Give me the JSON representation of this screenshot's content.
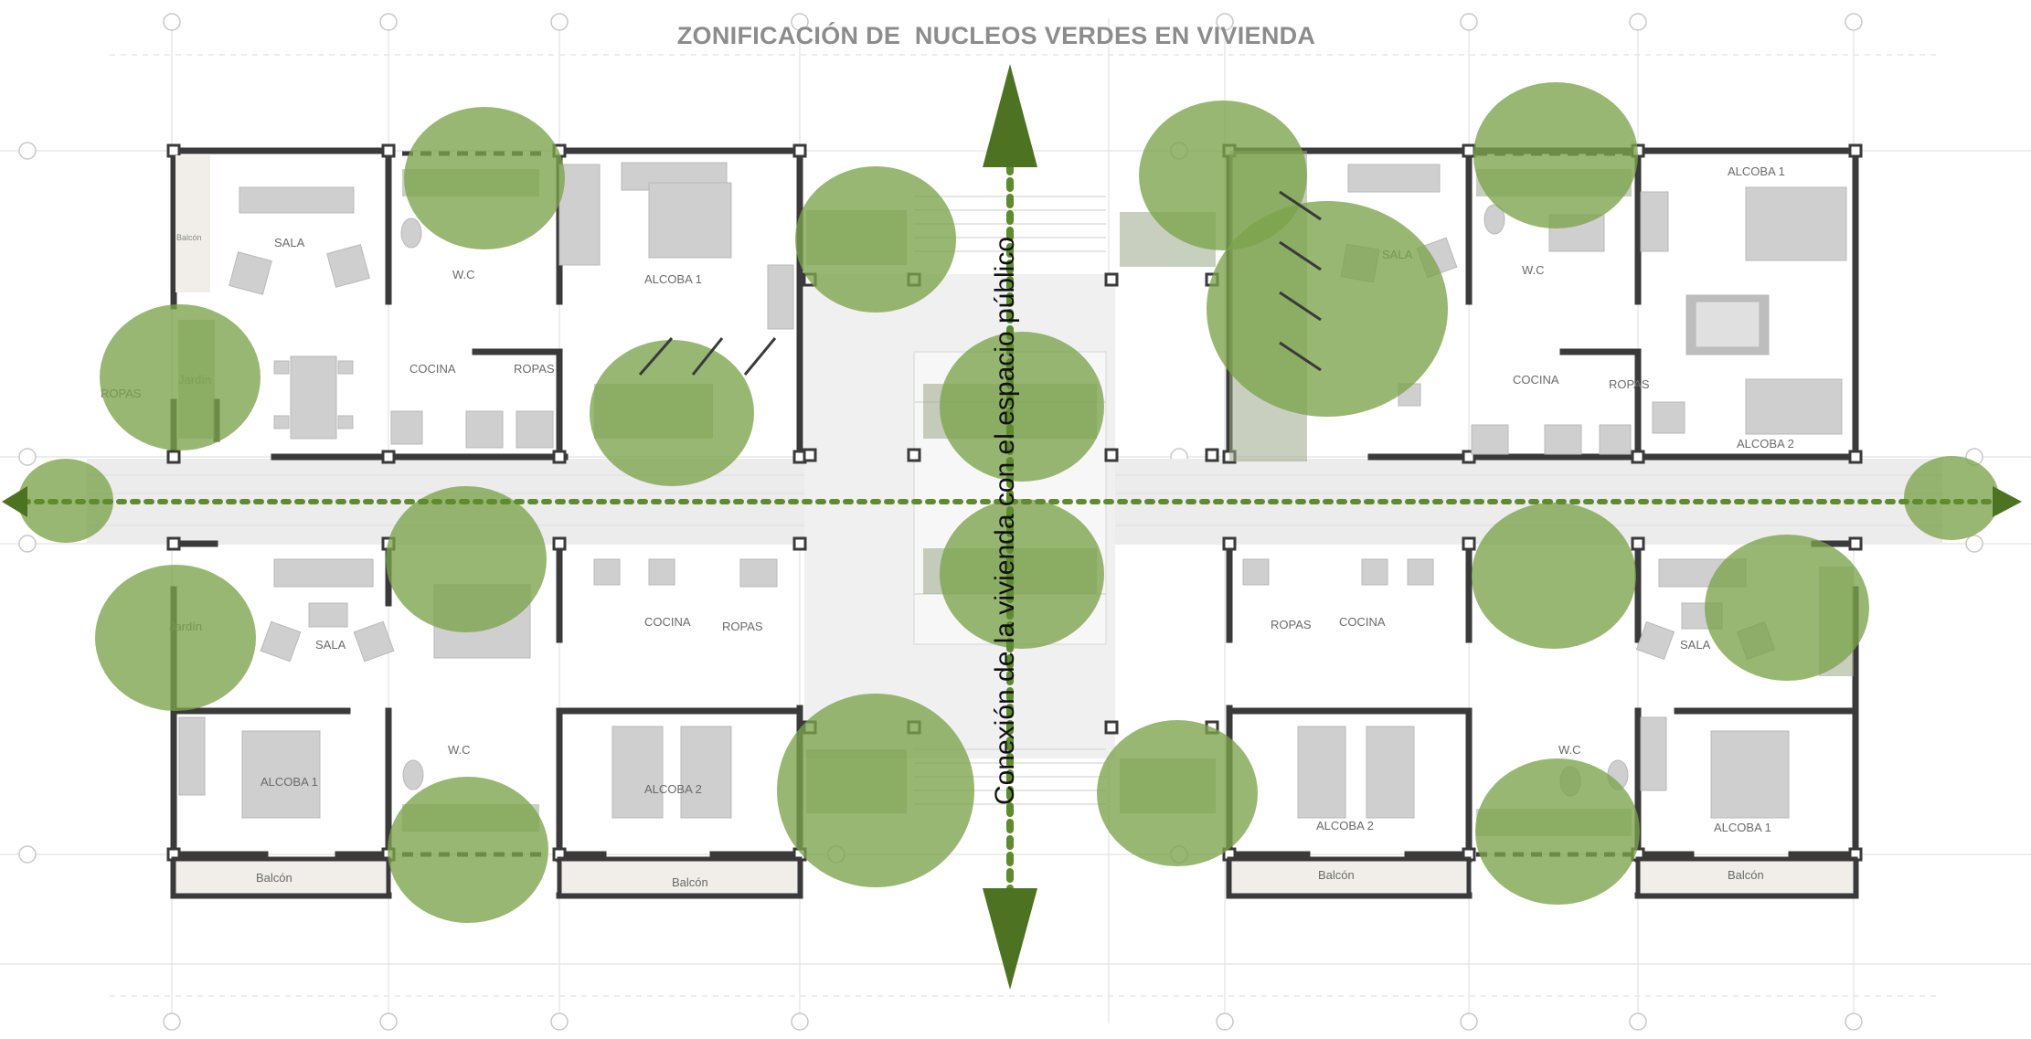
{
  "title": "ZONIFICACIÓN DE  NUCLEOS VERDES EN VIVIENDA",
  "vertical_label": "Conexión de la vivienda con el espacio público",
  "colors": {
    "green_zone": "#7ba34a",
    "arrow": "#4d7322",
    "dotted_axis": "#5f8a2e",
    "wall": "#3a3a3a",
    "furniture": "#cfcfcf",
    "corridor": "#ececec",
    "title": "#8c8c8c"
  },
  "rooms": {
    "sala": "SALA",
    "alcoba_1": "ALCOBA 1",
    "alcoba_2": "ALCOBA 2",
    "cocina": "COCINA",
    "ropas": "ROPAS",
    "wc": "W.C",
    "balcon": "Balcón",
    "jardin": "Jardín"
  },
  "icons": {
    "arrow_up": "arrow-up-icon",
    "arrow_down": "arrow-down-icon",
    "arrow_left": "arrow-left-icon",
    "arrow_right": "arrow-right-icon"
  }
}
